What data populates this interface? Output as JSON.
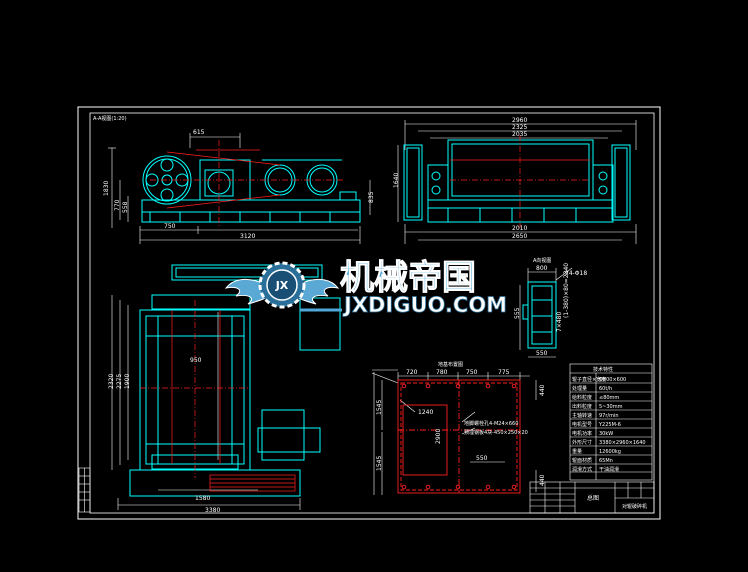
{
  "colors": {
    "background": "#000000",
    "frame": "#ffffff",
    "geometry": "#00ffff",
    "centerline": "#ff2020",
    "watermark_blue": "#4fa8d8"
  },
  "drawing": {
    "view_label": "A-A视图(1:20)",
    "side_view": {
      "dim_top": "615",
      "dim_left_total": "1830",
      "dim_left_lower": "770",
      "dim_left_inner": "558",
      "dim_bottom_left": "750",
      "dim_bottom_total": "3120",
      "dim_right": "835"
    },
    "end_view": {
      "dim_top_1": "2960",
      "dim_top_2": "2325",
      "dim_top_3": "2035",
      "dim_left": "1640",
      "dim_bottom_1": "2010",
      "dim_bottom_2": "2650"
    },
    "plan_view": {
      "dim_center": "950",
      "dim_left_1": "2320",
      "dim_left_2": "2275",
      "dim_left_3": "1900",
      "dim_bottom_1": "1580",
      "dim_bottom_2": "3380"
    },
    "detail_a": {
      "title": "A向视图",
      "dim_1": "800",
      "dim_2": "24-Φ18",
      "dim_3": "(1-380)×80=2340",
      "dim_4": "7×480",
      "dim_5": "555",
      "dim_6": "550"
    },
    "foundation": {
      "title": "地基布置图",
      "dims_top": [
        "720",
        "780",
        "750",
        "775"
      ],
      "dim_right_top": "440",
      "dim_inner_w": "1240",
      "dim_inner_h": "2900",
      "dim_left_1": "1545",
      "dim_left_2": "1545",
      "dim_bottom": "550",
      "dim_right_bottom": "440",
      "note_1": "地脚螺栓孔4-M24×660",
      "note_2": "预埋钢板4块-450×250×20"
    },
    "spec_table": {
      "title": "技术特性",
      "rows": [
        "辊子直径×宽度",
        "处理量",
        "给料粒度",
        "出料粒度",
        "主轴转速",
        "电机型号",
        "电机功率",
        "外形尺寸",
        "重量",
        "辊面材质",
        "润滑方式"
      ],
      "values": [
        "Φ800×600",
        "60t/h",
        "≤80mm",
        "5~30mm",
        "97r/min",
        "Y225M-6",
        "30kW",
        "3380×2960×1640",
        "12600kg",
        "65Mn",
        "干油润滑"
      ]
    },
    "title_block": {
      "main": "总图",
      "sub": "对辊破碎机"
    }
  },
  "watermark": {
    "emblem": "JX",
    "name_cn": "机械帝国",
    "name_en": "JXDIGUO.COM"
  }
}
